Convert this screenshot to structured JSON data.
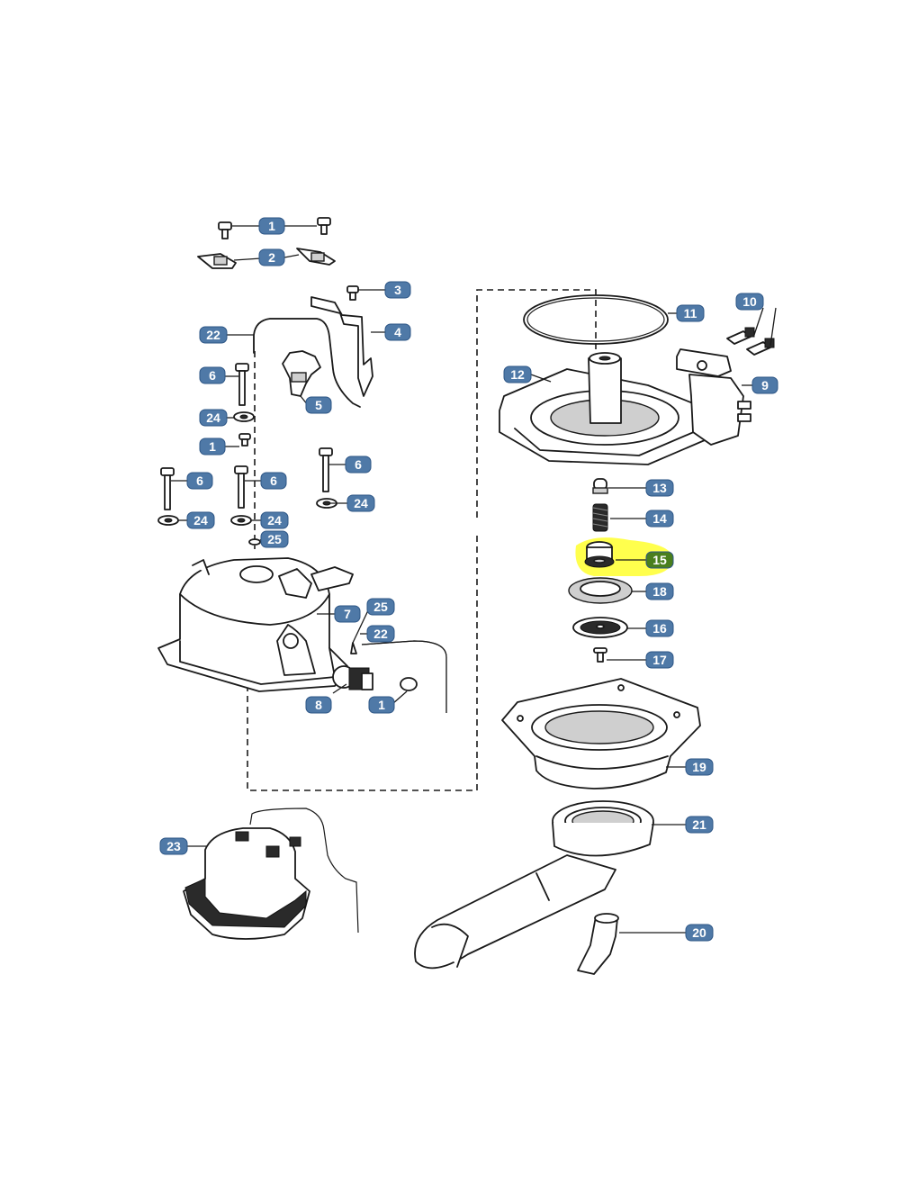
{
  "diagram": {
    "callouts": [
      "1",
      "2",
      "3",
      "4",
      "5",
      "6",
      "7",
      "8",
      "9",
      "10",
      "11",
      "12",
      "13",
      "14",
      "15",
      "16",
      "17",
      "18",
      "19",
      "20",
      "21",
      "22",
      "23",
      "24",
      "25"
    ],
    "highlighted_part": "15",
    "highlight_color": "#ffff2e",
    "callout_color": "#4f79a7"
  }
}
